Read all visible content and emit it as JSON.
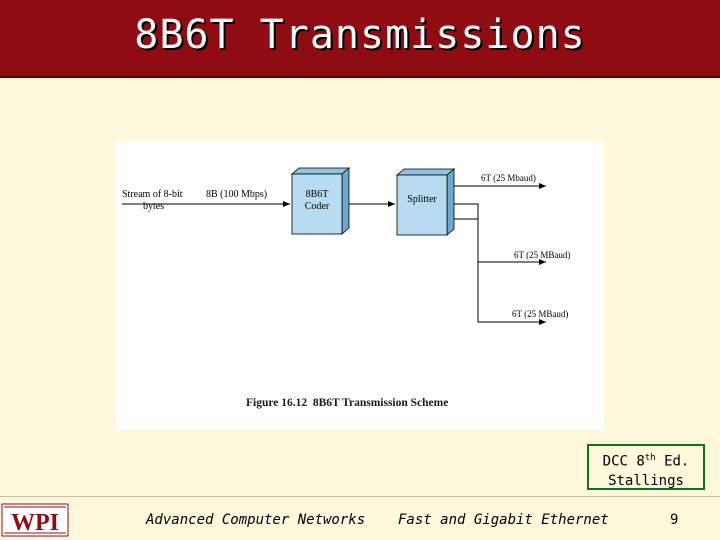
{
  "slide": {
    "title": "8B6T Transmissions"
  },
  "figure": {
    "input_label_line1": "Stream of 8-bit",
    "input_label_line2": "bytes",
    "rate_label": "8B (100 Mbps)",
    "coder_label_line1": "8B6T",
    "coder_label_line2": "Coder",
    "splitter_label": "Splitter",
    "output1_label": "6T (25 Mbaud)",
    "output2_label": "6T (25 MBaud)",
    "output3_label": "6T (25 MBaud)",
    "caption": "Figure 16.12  8B6T Transmission Scheme"
  },
  "dcc": {
    "line1_prefix": "DCC 8",
    "line1_sup": "th",
    "line1_suffix": " Ed.",
    "line2": "Stallings"
  },
  "footer": {
    "logo_text": "WPI",
    "course": "Advanced Computer Networks",
    "topic": "Fast and Gigabit Ethernet",
    "page": "9"
  },
  "colors": {
    "title_bar": "#8f0c13",
    "background": "#fdf7dc",
    "box_fill": "#b7dcf2",
    "dcc_border": "#1a6d1a"
  }
}
